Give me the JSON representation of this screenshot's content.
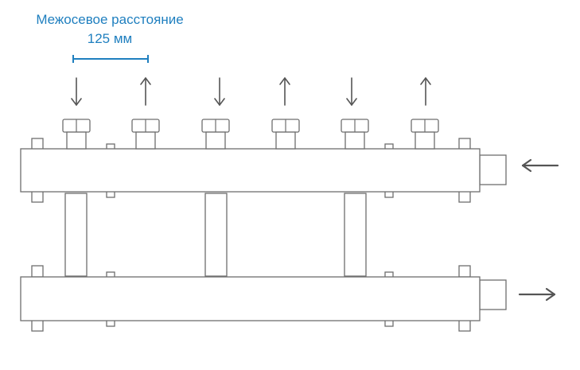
{
  "annotation": {
    "title": "Межосевое расстояние",
    "distance": "125 мм",
    "accent_color": "#1f7fbf"
  },
  "diagram": {
    "outlet_directions": [
      "down",
      "up",
      "down",
      "up",
      "down",
      "up"
    ],
    "inlet_arrow": "left",
    "outlet_arrow": "right",
    "line_color": "#6e6e6e"
  }
}
